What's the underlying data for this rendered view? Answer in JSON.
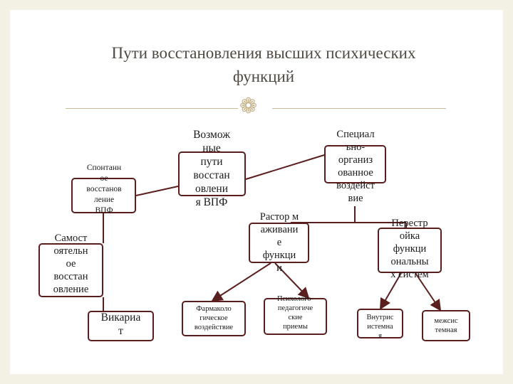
{
  "title": "Пути восстановления высших психических\nфункций",
  "swirl_icon": "swirl-ornament",
  "colors": {
    "box_border": "#5b1e1e",
    "link_line": "#5b1e1e",
    "frame": "#f3f0e4",
    "ornament": "#c2b089"
  },
  "nodes": {
    "main": "Возмож\nные\nпути\nвосстан\nовлени\nя ВПФ",
    "spontaneous": "Спонтанн\nое\nвосстанов\nление\nВПФ",
    "independent": "Самост\nоятельн\nое\nвосстан\nовление",
    "vicariate": "Викариа\nт",
    "special": "Специал\nьно-\nорганиз\nованное\nвоздейст\nвие",
    "disinhibition": "Растор м\nаживани\nе\nфункци\nи",
    "restructuring": "Перестр\nойка\nфункци\nональны\nх систем",
    "pharmacological": "Фармаколо\nгическое\nвоздействие",
    "psychopedagogical": "Психолого-\nпедагогиче\nские\nприемы",
    "intrasystem": "Внутрис\nистемна\nя",
    "intersystem": "межсис\nтемная"
  }
}
